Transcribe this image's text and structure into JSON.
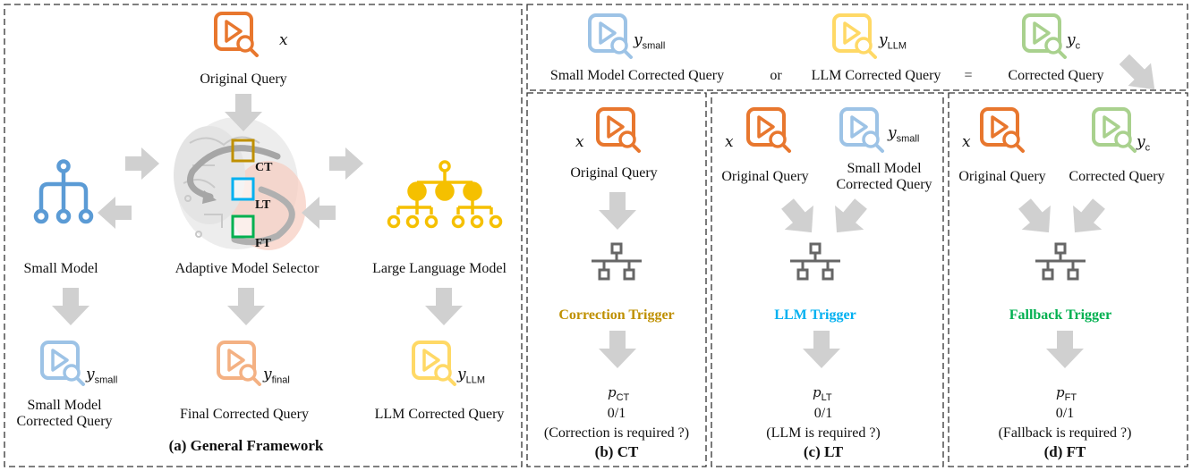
{
  "colors": {
    "orange": "#e8772e",
    "blue": "#9dc3e6",
    "small_model_blue": "#5b9bd5",
    "yellow": "#ffd966",
    "llm_yellow": "#f5c000",
    "green": "#a9d18e",
    "peach": "#f4b183",
    "ct_gold": "#bf9000",
    "lt_cyan": "#00b0f0",
    "ft_green": "#00b050",
    "arrow_gray": "#d0d0d0",
    "dash_border": "#333333"
  },
  "icons": {
    "query_doc": "query-document-icon",
    "tree": "hierarchy-tree-icon",
    "brain": "brain-circuit-icon",
    "network": "network-switch-icon"
  },
  "panel_a": {
    "caption": "(a) General Framework",
    "original_query_math": "x",
    "original_query_label": "Original Query",
    "small_model_label": "Small Model",
    "selector_label": "Adaptive Model Selector",
    "llm_label": "Large Language Model",
    "selector_boxes": [
      "CT",
      "LT",
      "FT"
    ],
    "out_small_math": "y",
    "out_small_sub": "small",
    "out_small_label": "Small Model Corrected Query",
    "out_final_math": "y",
    "out_final_sub": "final",
    "out_final_label": "Final Corrected Query",
    "out_llm_math": "y",
    "out_llm_sub": "LLM",
    "out_llm_label": "LLM Corrected Query"
  },
  "top_strip": {
    "small_math": "y",
    "small_sub": "small",
    "small_label": "Small Model Corrected Query",
    "or": "or",
    "llm_math": "y",
    "llm_sub": "LLM",
    "llm_label": "LLM Corrected Query",
    "equals": "=",
    "c_math": "y",
    "c_sub": "c",
    "c_label": "Corrected Query"
  },
  "panel_b": {
    "x_math": "x",
    "query_label": "Original Query",
    "trigger": "Correction Trigger",
    "p_math": "p",
    "p_sub": "CT",
    "value": "0/1",
    "question": "(Correction is required ?)",
    "caption": "(b) CT"
  },
  "panel_c": {
    "x_math": "x",
    "query_label": "Original Query",
    "small_math": "y",
    "small_sub": "small",
    "small_label": "Small Model Corrected Query",
    "trigger": "LLM Trigger",
    "p_math": "p",
    "p_sub": "LT",
    "value": "0/1",
    "question": "(LLM is required ?)",
    "caption": "(c) LT"
  },
  "panel_d": {
    "x_math": "x",
    "query_label": "Original Query",
    "c_math": "y",
    "c_sub": "c",
    "corrected_label": "Corrected Query",
    "trigger": "Fallback Trigger",
    "p_math": "p",
    "p_sub": "FT",
    "value": "0/1",
    "question": "(Fallback is required ?)",
    "caption": "(d) FT"
  }
}
